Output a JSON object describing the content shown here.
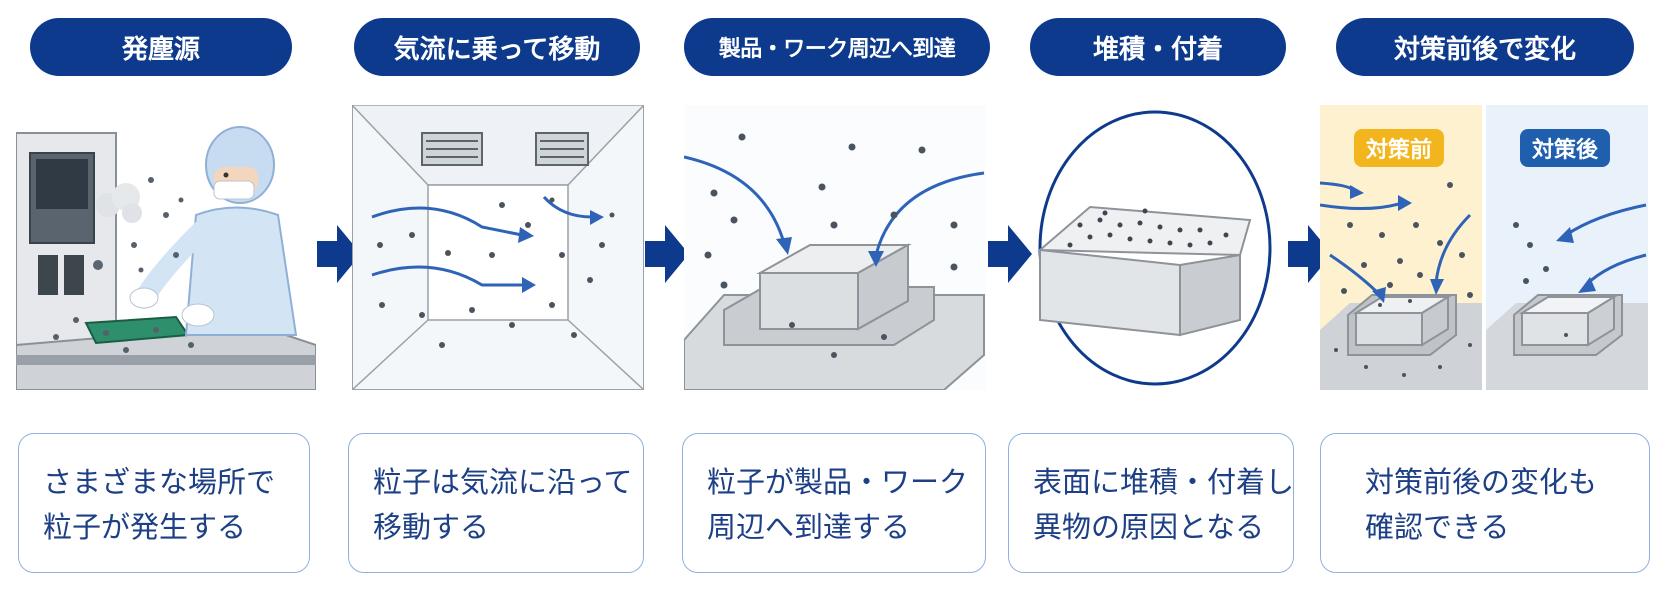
{
  "steps": [
    {
      "title": "発塵源",
      "caption": [
        "さまざまな場所で",
        "粒子が発生する"
      ]
    },
    {
      "title": "気流に乗って移動",
      "caption": [
        "粒子は気流に沿って",
        "移動する"
      ]
    },
    {
      "title": "製品・ワーク周辺へ到達",
      "caption": [
        "粒子が製品・ワーク",
        "周辺へ到達する"
      ]
    },
    {
      "title": "堆積・付着",
      "caption": [
        "表面に堆積・付着し",
        "異物の原因となる"
      ]
    },
    {
      "title": "対策前後で変化",
      "caption": [
        "対策前後の変化も",
        "確認できる"
      ]
    }
  ],
  "comparison": {
    "before": "対策前",
    "after": "対策後"
  },
  "colors": {
    "navy": "#0d3a8c",
    "caption_text": "#1c3f86",
    "caption_border": "#8fb0df",
    "flow_arrow": "#2e63b8",
    "before_bg": "#fdf1cf",
    "after_bg": "#e9f1fb",
    "before_tag": "#f2b51d",
    "after_tag": "#1f5fae"
  }
}
